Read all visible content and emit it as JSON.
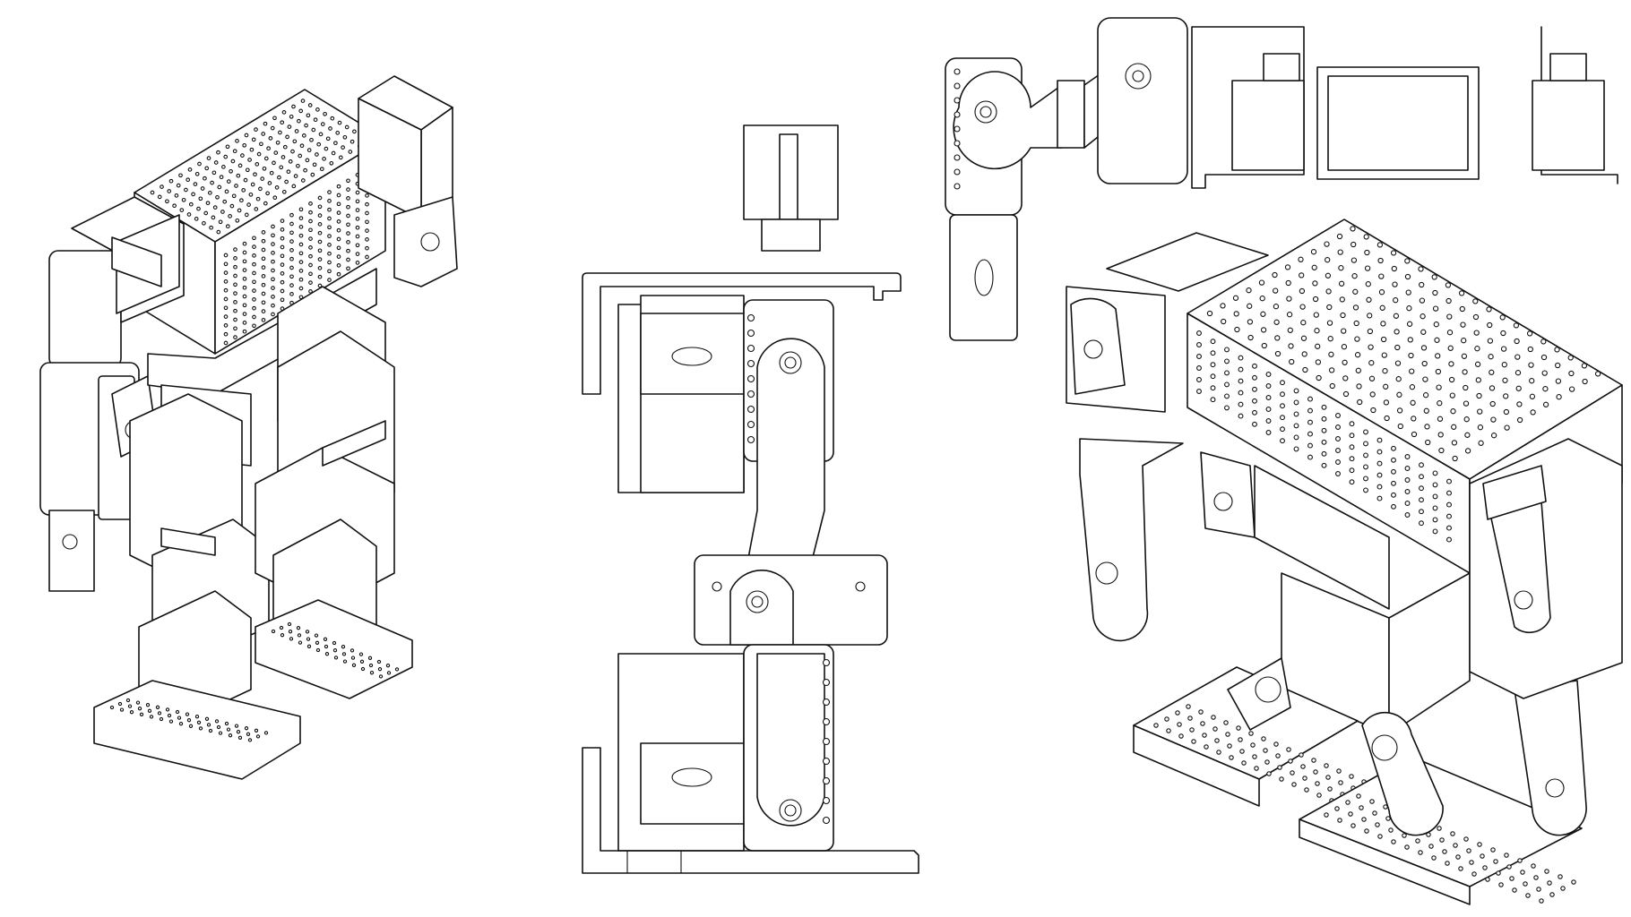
{
  "figure": {
    "views": [
      {
        "id": "iso-left",
        "description_label": ""
      },
      {
        "id": "side",
        "description_label": ""
      },
      {
        "id": "top",
        "description_label": ""
      },
      {
        "id": "iso-right",
        "description_label": ""
      }
    ],
    "colors": {
      "line": "#111111",
      "background": "#ffffff"
    }
  }
}
